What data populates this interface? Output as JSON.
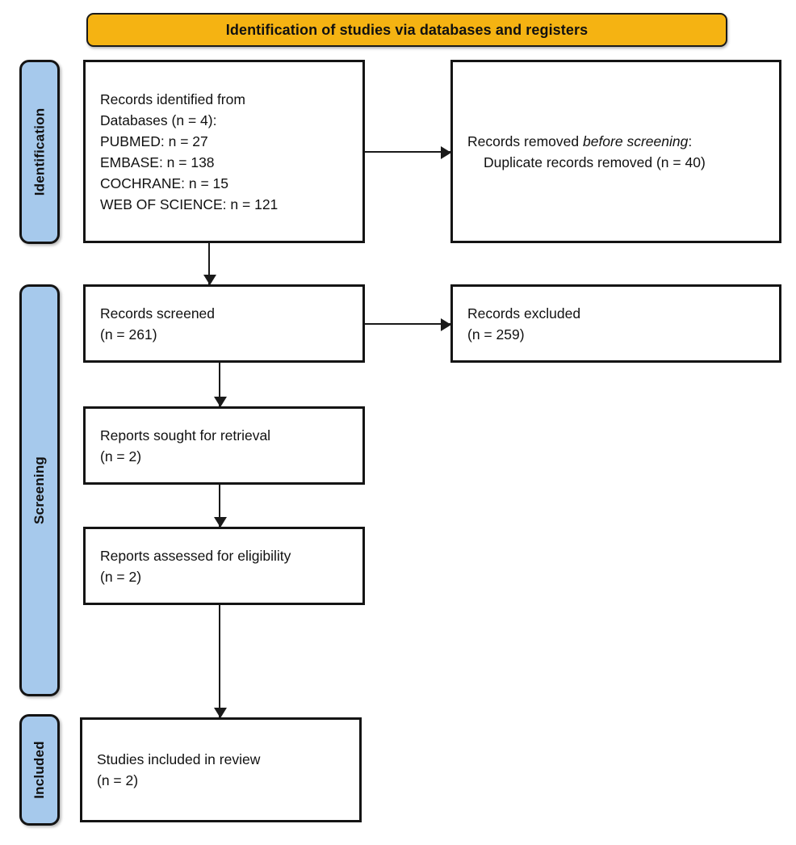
{
  "header": {
    "title": "Identification of studies via databases and registers",
    "background_color": "#F5B312"
  },
  "stages": {
    "identification": "Identification",
    "screening": "Screening",
    "included": "Included",
    "pill_color": "#A6C9EC"
  },
  "boxes": {
    "identified": {
      "line1": "Records identified from",
      "line2": "Databases (n = 4):",
      "line3": "PUBMED: n = 27",
      "line4": "EMBASE: n = 138",
      "line5": "COCHRANE: n = 15",
      "line6": "WEB OF SCIENCE: n = 121"
    },
    "removed": {
      "line1_prefix": "Records removed ",
      "line1_italic": "before screening",
      "line1_suffix": ":",
      "line2": "Duplicate records removed (n = 40)"
    },
    "screened": {
      "line1": "Records screened",
      "line2": "(n = 261)"
    },
    "excluded": {
      "line1": "Records excluded",
      "line2": "(n = 259)"
    },
    "sought": {
      "line1": "Reports sought for retrieval",
      "line2": "(n = 2)"
    },
    "assessed": {
      "line1": "Reports assessed for eligibility",
      "line2": "(n = 2)"
    },
    "included": {
      "line1": "Studies included in review",
      "line2": "(n = 2)"
    }
  },
  "chart_data": {
    "type": "diagram",
    "title": "Identification of studies via databases and registers",
    "flow": [
      {
        "stage": "Identification",
        "node": "Records identified from Databases",
        "n": 4
      },
      {
        "stage": "Identification",
        "node": "PUBMED",
        "n": 27
      },
      {
        "stage": "Identification",
        "node": "EMBASE",
        "n": 138
      },
      {
        "stage": "Identification",
        "node": "COCHRANE",
        "n": 15
      },
      {
        "stage": "Identification",
        "node": "WEB OF SCIENCE",
        "n": 121
      },
      {
        "stage": "Identification",
        "node": "Duplicate records removed before screening",
        "n": 40
      },
      {
        "stage": "Screening",
        "node": "Records screened",
        "n": 261
      },
      {
        "stage": "Screening",
        "node": "Records excluded",
        "n": 259
      },
      {
        "stage": "Screening",
        "node": "Reports sought for retrieval",
        "n": 2
      },
      {
        "stage": "Screening",
        "node": "Reports assessed for eligibility",
        "n": 2
      },
      {
        "stage": "Included",
        "node": "Studies included in review",
        "n": 2
      }
    ]
  }
}
